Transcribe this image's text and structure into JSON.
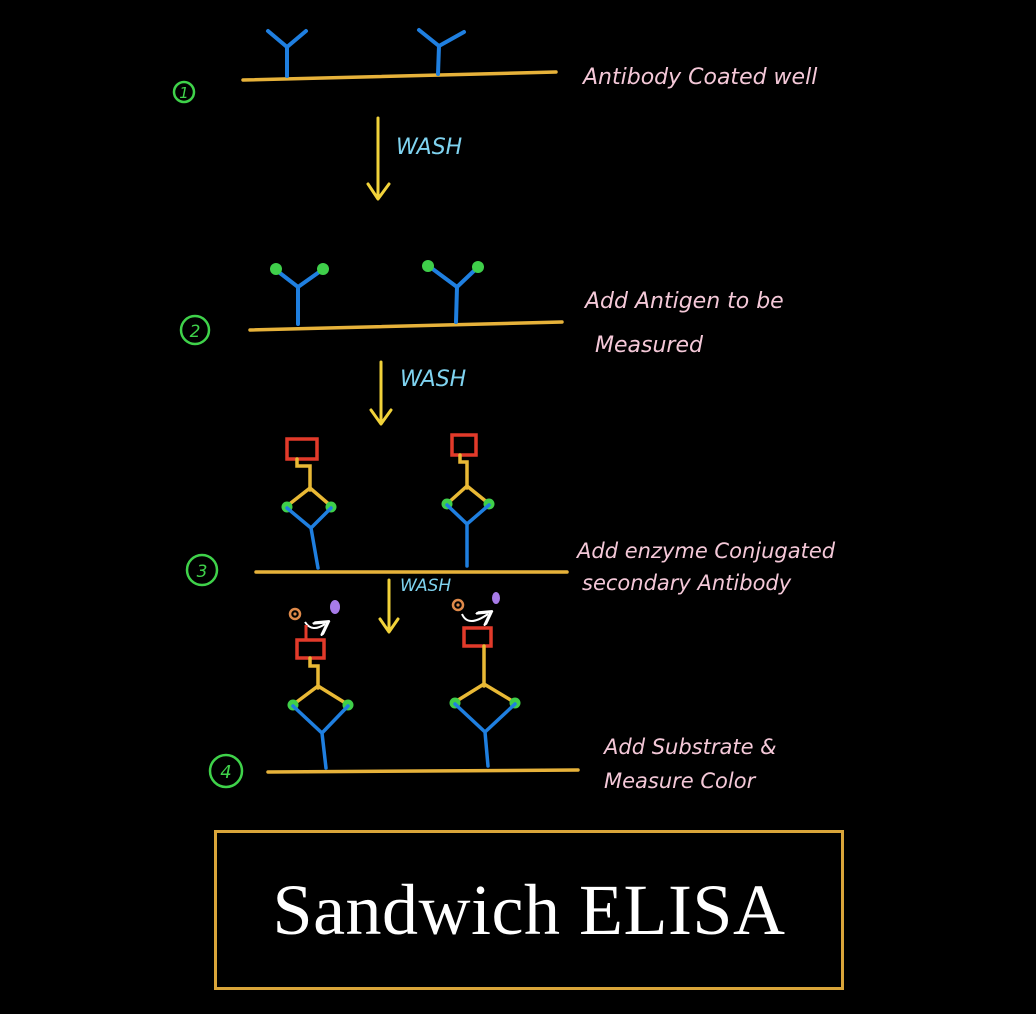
{
  "title": "Sandwich ELISA",
  "colors": {
    "background": "#000000",
    "step_number": "#3fd24a",
    "well_line": "#e7b23a",
    "antibody": "#1f7fe0",
    "antigen": "#3fcf4a",
    "secondary_antibody": "#e9b935",
    "enzyme": "#e23a2a",
    "arrow": "#f1d23a",
    "wash_label": "#7fd3f0",
    "note_text": "#f4c8d8",
    "substrate": "#e08a4a",
    "product": "#a77be8",
    "title_border": "#d9a53a",
    "title_text": "#ffffff"
  },
  "steps": [
    {
      "number": "1",
      "label_lines": [
        "Antibody Coated well"
      ]
    },
    {
      "number": "2",
      "label_lines": [
        "Add Antigen to be",
        "Measured"
      ]
    },
    {
      "number": "3",
      "label_lines": [
        "Add enzyme Conjugated",
        "secondary Antibody"
      ]
    },
    {
      "number": "4",
      "label_lines": [
        "Add Substrate &",
        "Measure Color"
      ]
    }
  ],
  "wash_labels": [
    "WASH",
    "WASH",
    "WASH"
  ]
}
